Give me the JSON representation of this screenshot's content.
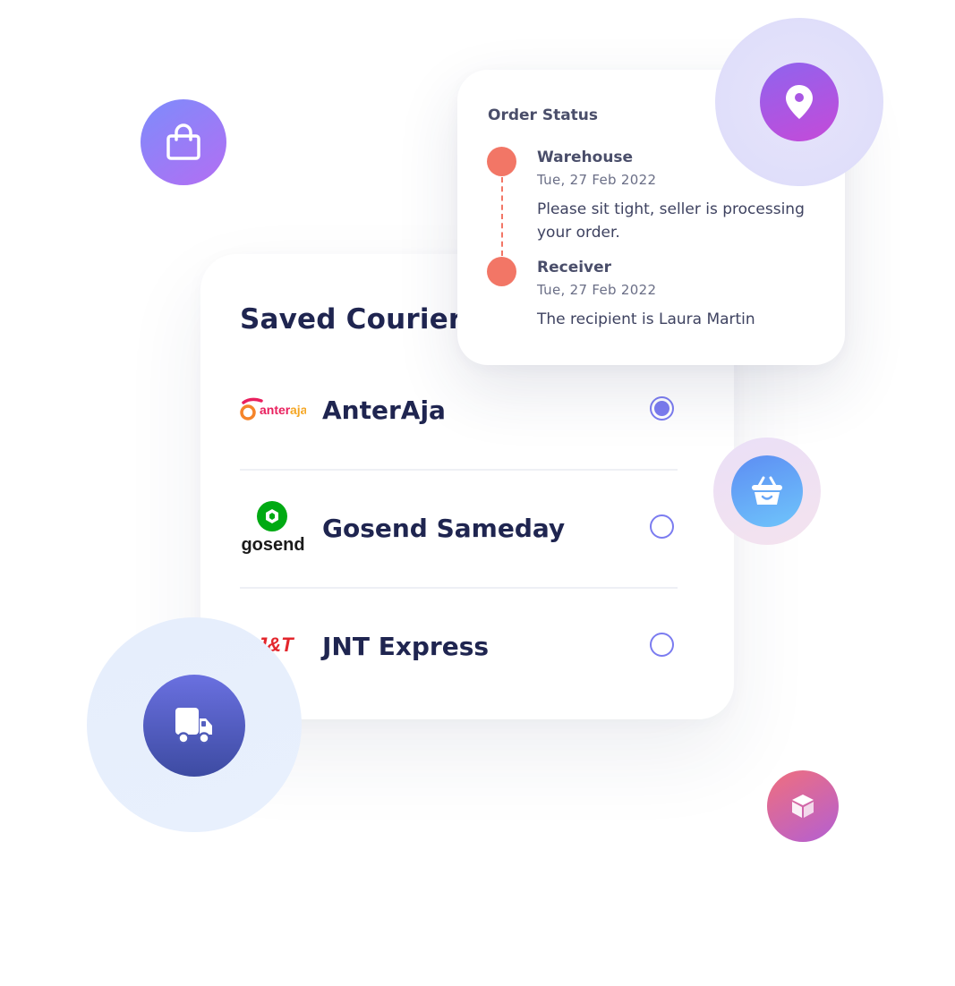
{
  "saved_courier": {
    "title": "Saved Courier",
    "couriers": [
      {
        "name": "AnterAja",
        "logo_text": "anteraja",
        "selected": true
      },
      {
        "name": "Gosend Sameday",
        "logo_text": "gosend",
        "selected": false
      },
      {
        "name": "JNT Express",
        "logo_text": "J&T",
        "selected": false
      }
    ]
  },
  "order_status": {
    "title": "Order Status",
    "steps": [
      {
        "title": "Warehouse",
        "date": "Tue, 27 Feb 2022",
        "description": "Please sit tight, seller is processing your order."
      },
      {
        "title": "Receiver",
        "date": "Tue, 27 Feb 2022",
        "description": "The recipient is Laura Martin"
      }
    ]
  },
  "icons": {
    "bag": "shopping-bag-icon",
    "pin": "location-pin-icon",
    "basket": "shopping-basket-icon",
    "truck": "delivery-truck-icon",
    "box": "package-box-icon"
  },
  "colors": {
    "primary_text": "#1f2550",
    "radio_accent": "#7b7cf0",
    "timeline_accent": "#f27666"
  }
}
